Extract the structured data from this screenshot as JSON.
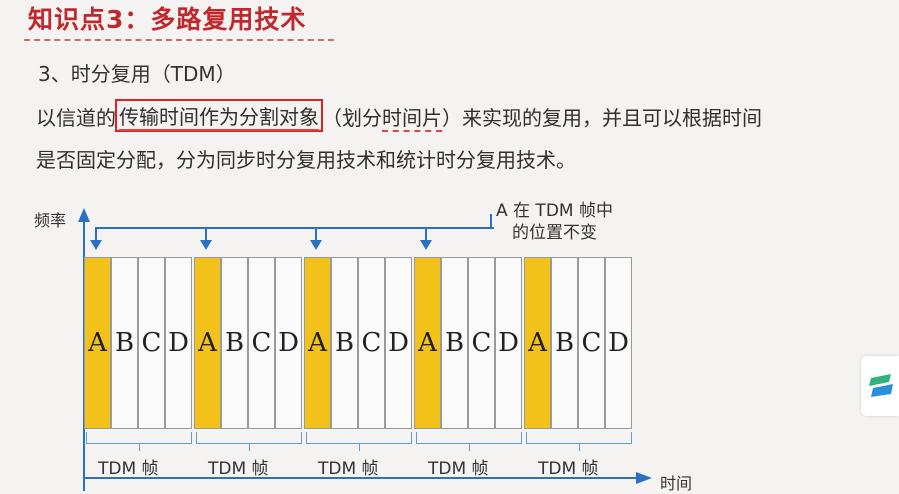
{
  "header": {
    "title": "知识点3：多路复用技术",
    "subtitle": "3、时分复用（TDM）"
  },
  "paragraph": {
    "line1_pre": "以信道的",
    "line1_highlight": "传输时间作为分割对象",
    "line1_mid": "（划分",
    "line1_timeslice": "时间片",
    "line1_post": "）来实现的复用，并且可以根据时间",
    "line2": "是否固定分配，分为同步时分复用技术和统计时分复用技术。"
  },
  "diagram": {
    "y_axis_label": "频率",
    "x_axis_label": "时间",
    "annotation_line1": "A 在 TDM 帧中",
    "annotation_line2": "的位置不变",
    "slot_letters": [
      "A",
      "B",
      "C",
      "D"
    ],
    "frame_label": "TDM 帧",
    "frames": [
      {
        "label": "TDM 帧"
      },
      {
        "label": "TDM 帧"
      },
      {
        "label": "TDM 帧"
      },
      {
        "label": "TDM 帧"
      },
      {
        "label": "TDM 帧"
      }
    ],
    "colors": {
      "slot_a": "#f2c21a",
      "arrow": "#2a72c0",
      "highlight_box": "#e02020",
      "title": "#c0282d"
    }
  }
}
